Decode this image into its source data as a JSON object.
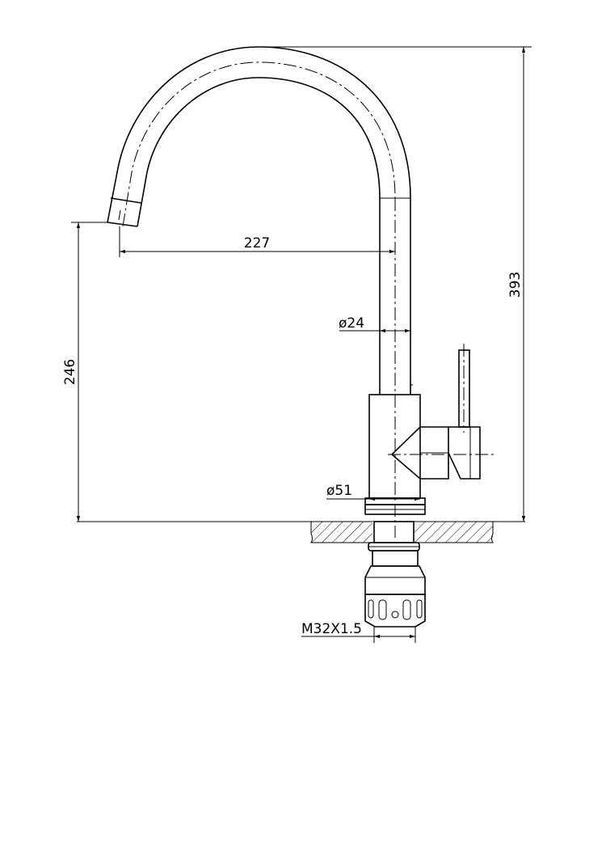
{
  "drawing": {
    "subject": "faucet-technical-drawing",
    "dimensions": {
      "spout_reach": "227",
      "total_height": "393",
      "spout_height": "246",
      "tube_diameter": "ø24",
      "base_diameter": "ø51",
      "thread": "M32X1.5"
    }
  }
}
